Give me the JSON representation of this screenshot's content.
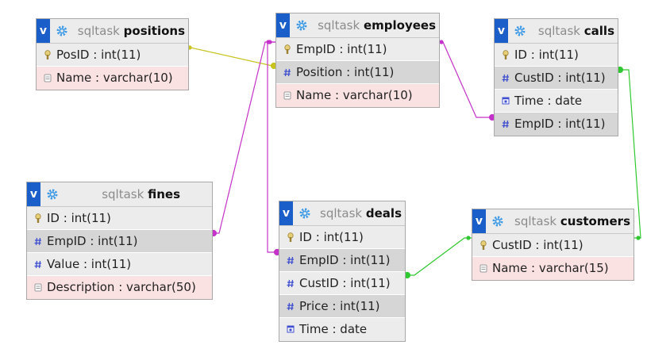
{
  "colors": {
    "toggle_bg": "#1a5fc9",
    "gear": "#3f9be6",
    "key": "#b59a3d",
    "hash": "#3f4fd0",
    "link_positions": "#c9c31f",
    "link_employees": "#c432c9",
    "link_customers": "#30c830"
  },
  "tables": {
    "positions": {
      "toggle": "v",
      "db": "sqltask",
      "name": "positions",
      "rows": [
        {
          "text": "PosID : int(11)",
          "icon": "key-icon"
        },
        {
          "text": "Name : varchar(10)",
          "icon": "text-icon"
        }
      ]
    },
    "employees": {
      "toggle": "v",
      "db": "sqltask",
      "name": "employees",
      "rows": [
        {
          "text": "EmpID : int(11)",
          "icon": "key-icon"
        },
        {
          "text": "Position : int(11)",
          "icon": "hash-icon"
        },
        {
          "text": "Name : varchar(10)",
          "icon": "text-icon"
        }
      ]
    },
    "calls": {
      "toggle": "v",
      "db": "sqltask",
      "name": "calls",
      "rows": [
        {
          "text": "ID : int(11)",
          "icon": "key-icon"
        },
        {
          "text": "CustID : int(11)",
          "icon": "hash-icon"
        },
        {
          "text": "Time : date",
          "icon": "date-icon"
        },
        {
          "text": "EmpID : int(11)",
          "icon": "hash-icon"
        }
      ]
    },
    "fines": {
      "toggle": "v",
      "db": "sqltask",
      "name": "fines",
      "rows": [
        {
          "text": "ID : int(11)",
          "icon": "key-icon"
        },
        {
          "text": "EmpID : int(11)",
          "icon": "hash-icon"
        },
        {
          "text": "Value : int(11)",
          "icon": "hash-icon"
        },
        {
          "text": "Description : varchar(50)",
          "icon": "text-icon"
        }
      ]
    },
    "deals": {
      "toggle": "v",
      "db": "sqltask",
      "name": "deals",
      "rows": [
        {
          "text": "ID : int(11)",
          "icon": "key-icon"
        },
        {
          "text": "EmpID : int(11)",
          "icon": "hash-icon"
        },
        {
          "text": "CustID : int(11)",
          "icon": "hash-icon"
        },
        {
          "text": "Price : int(11)",
          "icon": "hash-icon"
        },
        {
          "text": "Time : date",
          "icon": "date-icon"
        }
      ]
    },
    "customers": {
      "toggle": "v",
      "db": "sqltask",
      "name": "customers",
      "rows": [
        {
          "text": "CustID : int(11)",
          "icon": "key-icon"
        },
        {
          "text": "Name : varchar(15)",
          "icon": "text-icon"
        }
      ]
    }
  },
  "relations": [
    {
      "from": "positions.PosID",
      "to": "employees.Position",
      "color": "#c9c31f"
    },
    {
      "from": "employees.EmpID",
      "to": "calls.EmpID",
      "color": "#c432c9"
    },
    {
      "from": "employees.EmpID",
      "to": "fines.EmpID",
      "color": "#c432c9"
    },
    {
      "from": "employees.EmpID",
      "to": "deals.EmpID",
      "color": "#c432c9"
    },
    {
      "from": "customers.CustID",
      "to": "calls.CustID",
      "color": "#30c830"
    },
    {
      "from": "customers.CustID",
      "to": "deals.CustID",
      "color": "#30c830"
    }
  ]
}
